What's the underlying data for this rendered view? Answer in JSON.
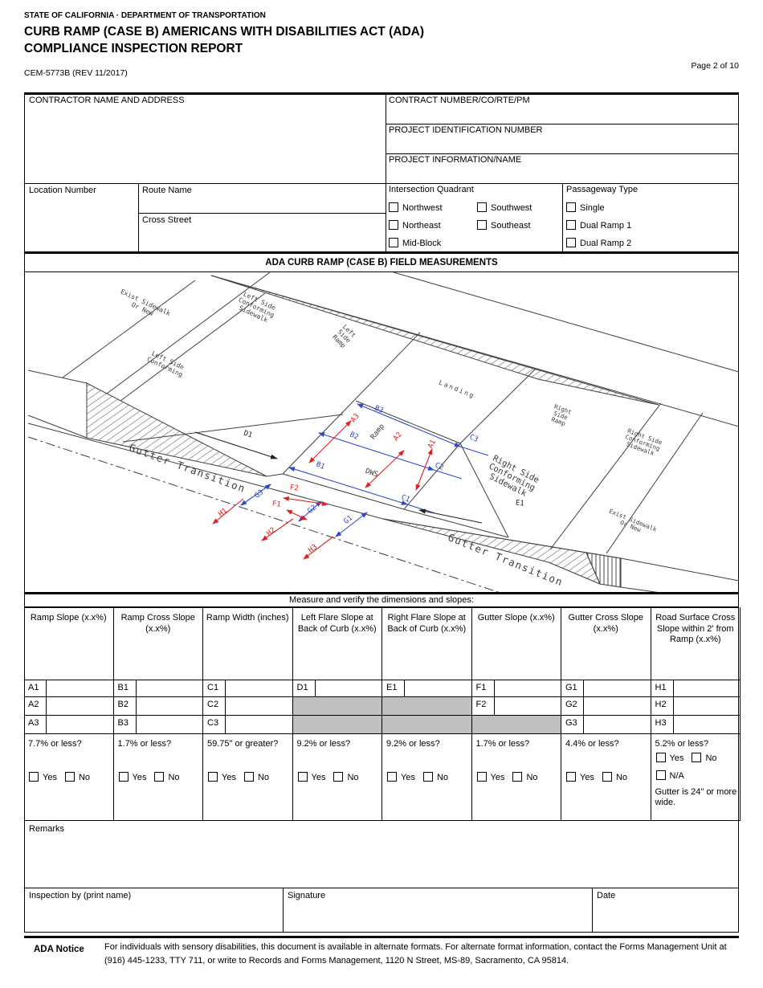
{
  "header": {
    "agency": "STATE OF CALIFORNIA · DEPARTMENT OF TRANSPORTATION",
    "title_line1": "CURB RAMP (CASE B) AMERICANS WITH DISABILITIES ACT (ADA)",
    "title_line2": "COMPLIANCE INSPECTION REPORT",
    "form_number": "CEM-5773B (REV 11/2017)",
    "page": "Page 2 of 10"
  },
  "info": {
    "contractor_label": "CONTRACTOR NAME AND ADDRESS",
    "contract_number_label": "CONTRACT NUMBER/CO/RTE/PM",
    "project_id_label": "PROJECT IDENTIFICATION NUMBER",
    "project_info_label": "PROJECT INFORMATION/NAME"
  },
  "location": {
    "location_number_label": "Location Number",
    "route_name_label": "Route Name",
    "cross_street_label": "Cross Street",
    "intersection_quadrant": {
      "label": "Intersection Quadrant",
      "options": [
        "Northwest",
        "Southwest",
        "Northeast",
        "Southeast",
        "Mid-Block"
      ]
    },
    "passageway_type": {
      "label": "Passageway Type",
      "options": [
        "Single",
        "Dual Ramp 1",
        "Dual Ramp 2"
      ]
    }
  },
  "section_title": "ADA CURB RAMP (CASE B) FIELD MEASUREMENTS",
  "diagram": {
    "colors": {
      "dimension_blue": "#2f48c8",
      "dimension_red": "#e02020",
      "line_gray": "#3f3f3f"
    },
    "areas": {
      "exist_tl": {
        "lines": [
          "Exist Sidewalk",
          "Or New"
        ]
      },
      "left_conf_sw": {
        "lines": [
          "Left Side",
          "Conforming",
          "Sidewalk"
        ]
      },
      "left_conforming": {
        "lines": [
          "Left Side",
          "Conforming"
        ]
      },
      "left_ramp": {
        "lines": [
          "Left",
          "Side",
          "Ramp"
        ]
      },
      "landing": {
        "lines": [
          "Landing"
        ]
      },
      "right_ramp": {
        "lines": [
          "Right",
          "Side",
          "Ramp"
        ]
      },
      "right_conf_small": {
        "lines": [
          "Right Side",
          "Conforming",
          "Sidewalk"
        ]
      },
      "right_conf_big": {
        "lines": [
          "Right Side",
          "Conforming",
          "Sidewalk"
        ]
      },
      "exist_br": {
        "lines": [
          "Exist Sidewalk",
          "Or New"
        ]
      },
      "gutter_left": {
        "lines": [
          "Gutter Transition"
        ]
      },
      "gutter_bottom": {
        "lines": [
          "Gutter Transition"
        ]
      },
      "ramp": {
        "lines": [
          "Ramp"
        ]
      },
      "dws": {
        "lines": [
          "DWS"
        ]
      }
    },
    "dims": {
      "a1": "A1",
      "a2": "A2",
      "a3": "A3",
      "b1": "B1",
      "b2": "B2",
      "b3": "B3",
      "c1": "C1",
      "c2": "C2",
      "c3": "C3",
      "d1": "D1",
      "e1": "E1",
      "f1": "F1",
      "f2": "F2",
      "g1": "G1",
      "g2": "G2",
      "g3": "G3",
      "h1": "H1",
      "h2": "H2",
      "h3": "H3"
    }
  },
  "measure_prompt": "Measure and verify the dimensions and slopes:",
  "table": {
    "columns": [
      {
        "header": "Ramp Slope (x.x%)",
        "criteria": "7.7% or less?"
      },
      {
        "header": "Ramp Cross Slope (x.x%)",
        "criteria": "1.7% or less?"
      },
      {
        "header": "Ramp Width (inches)",
        "criteria": "59.75\" or greater?"
      },
      {
        "header": "Left Flare Slope at Back of Curb (x.x%)",
        "criteria": "9.2% or less?"
      },
      {
        "header": "Right Flare Slope at Back of Curb (x.x%)",
        "criteria": "9.2% or less?"
      },
      {
        "header": "Gutter Slope (x.x%)",
        "criteria": "1.7% or less?"
      },
      {
        "header": "Gutter Cross Slope (x.x%)",
        "criteria": "4.4% or less?"
      },
      {
        "header": "Road Surface Cross Slope within 2' from Ramp (x.x%)",
        "criteria": "5.2% or less?"
      }
    ],
    "rows": [
      [
        "A1",
        "B1",
        "C1",
        "D1",
        "E1",
        "F1",
        "G1",
        "H1"
      ],
      [
        "A2",
        "B2",
        "C2",
        null,
        null,
        "F2",
        "G2",
        "H2"
      ],
      [
        "A3",
        "B3",
        "C3",
        null,
        null,
        null,
        "G3",
        "H3"
      ]
    ],
    "yes_label": "Yes",
    "no_label": "No",
    "na_label": "N/A",
    "last_column_note": "Gutter is 24\" or more wide."
  },
  "remarks_label": "Remarks",
  "signature_row": {
    "inspection_label": "Inspection by (print name)",
    "signature_label": "Signature",
    "date_label": "Date"
  },
  "ada_notice": {
    "label": "ADA Notice",
    "text": "For individuals with sensory disabilities, this document is available in alternate formats. For alternate format information, contact the Forms Management Unit at (916) 445-1233, TTY 711, or write to Records and Forms Management, 1120 N Street, MS-89, Sacramento, CA 95814."
  }
}
